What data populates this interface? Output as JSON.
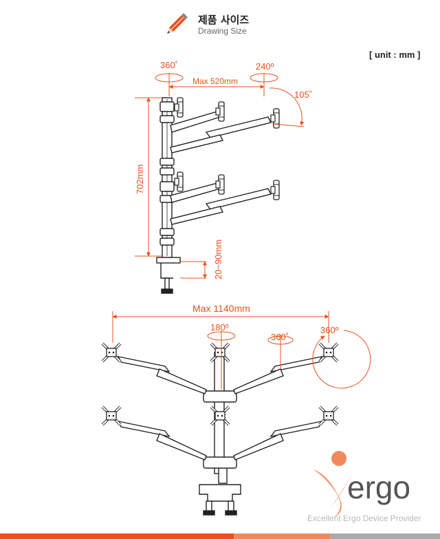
{
  "header": {
    "title_ko": "제품 사이즈",
    "title_en": "Drawing Size"
  },
  "unit_label": "[ unit : mm ]",
  "side_view": {
    "rotate_left": "360˚",
    "rotate_right": "240º",
    "tilt": "105˚",
    "max_width": "Max 520mm",
    "height": "702mm",
    "clamp": "20~90mm"
  },
  "front_view": {
    "max_width": "Max 1140mm",
    "rotate_center": "180º",
    "rotate_arm": "360˚",
    "rotate_screen": "360º"
  },
  "brand": {
    "logo_text": "Xergo",
    "tagline": "Excellent Ergo Device Provider"
  },
  "colors": {
    "accent": "#e8501e",
    "line": "#222222",
    "brand_orange": "#f08a5d",
    "brand_grey": "#555555"
  }
}
